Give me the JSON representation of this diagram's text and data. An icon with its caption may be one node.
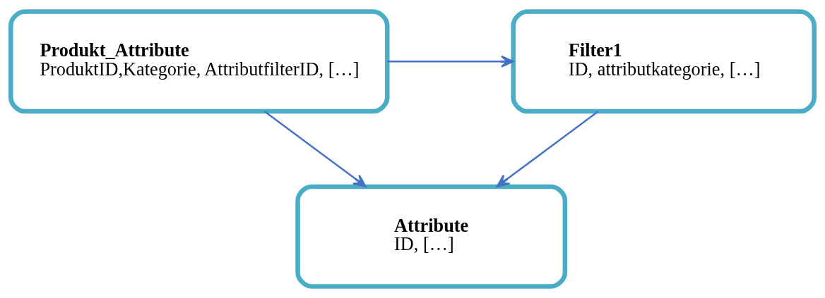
{
  "diagram": {
    "nodes": [
      {
        "text": [
          "Attribute",
          "ID, […]"
        ]
      },
      {
        "text": [
          "Produkt_Attribute",
          "ProduktID,Kategorie, AttributfilterID, […]"
        ]
      },
      {
        "text": [
          "Filter1",
          "ID, attributkategorie, […]"
        ]
      }
    ],
    "edges": [
      {
        "from": 1,
        "to": 0,
        "arrow": "to"
      },
      {
        "from": 2,
        "to": 0,
        "arrow": "to"
      },
      {
        "from": 1,
        "to": 2,
        "arrow": "to"
      }
    ]
  }
}
